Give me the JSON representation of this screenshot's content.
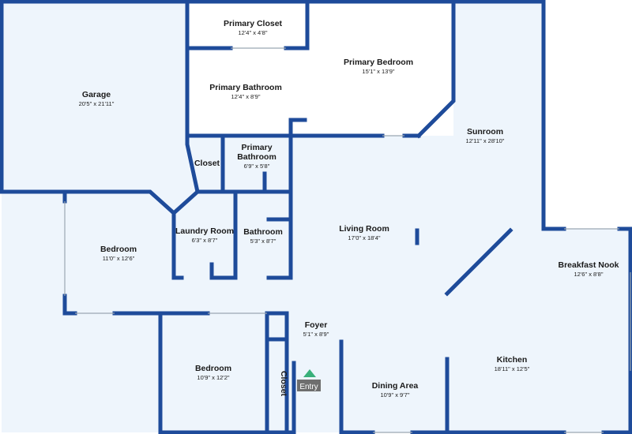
{
  "rooms": [
    {
      "id": "garage",
      "name": "Garage",
      "dim": "20'5\" x 21'11\""
    },
    {
      "id": "primary-closet",
      "name": "Primary Closet",
      "dim": "12'4\" x 4'8\""
    },
    {
      "id": "primary-bedroom",
      "name": "Primary Bedroom",
      "dim": "15'1\" x 13'9\""
    },
    {
      "id": "primary-bathroom",
      "name": "Primary Bathroom",
      "dim": "12'4\" x 8'9\""
    },
    {
      "id": "sunroom",
      "name": "Sunroom",
      "dim": "12'11\" x 28'10\""
    },
    {
      "id": "closet-1",
      "name": "Closet",
      "dim": ""
    },
    {
      "id": "primary-bathroom-2",
      "name": "Primary Bathroom",
      "dim": "6'9\" x 5'8\""
    },
    {
      "id": "bedroom-1",
      "name": "Bedroom",
      "dim": "11'0\" x 12'6\""
    },
    {
      "id": "laundry",
      "name": "Laundry Room",
      "dim": "6'3\" x 8'7\""
    },
    {
      "id": "bathroom",
      "name": "Bathroom",
      "dim": "5'3\" x 8'7\""
    },
    {
      "id": "living-room",
      "name": "Living Room",
      "dim": "17'0\" x 18'4\""
    },
    {
      "id": "breakfast-nook",
      "name": "Breakfast Nook",
      "dim": "12'6\" x 8'8\""
    },
    {
      "id": "foyer",
      "name": "Foyer",
      "dim": "5'1\" x 8'9\""
    },
    {
      "id": "bedroom-2",
      "name": "Bedroom",
      "dim": "10'9\" x 12'2\""
    },
    {
      "id": "closet-2",
      "name": "Closet",
      "dim": ""
    },
    {
      "id": "dining",
      "name": "Dining Area",
      "dim": "10'9\" x 9'7\""
    },
    {
      "id": "kitchen",
      "name": "Kitchen",
      "dim": "18'11\" x 12'5\""
    }
  ],
  "entry": {
    "label": "Entry"
  },
  "colors": {
    "wall": "#1e4b9a",
    "floor": "#eef5fc",
    "entry_bg": "#6e6e6e",
    "entry_arrow": "#3ab07a"
  }
}
